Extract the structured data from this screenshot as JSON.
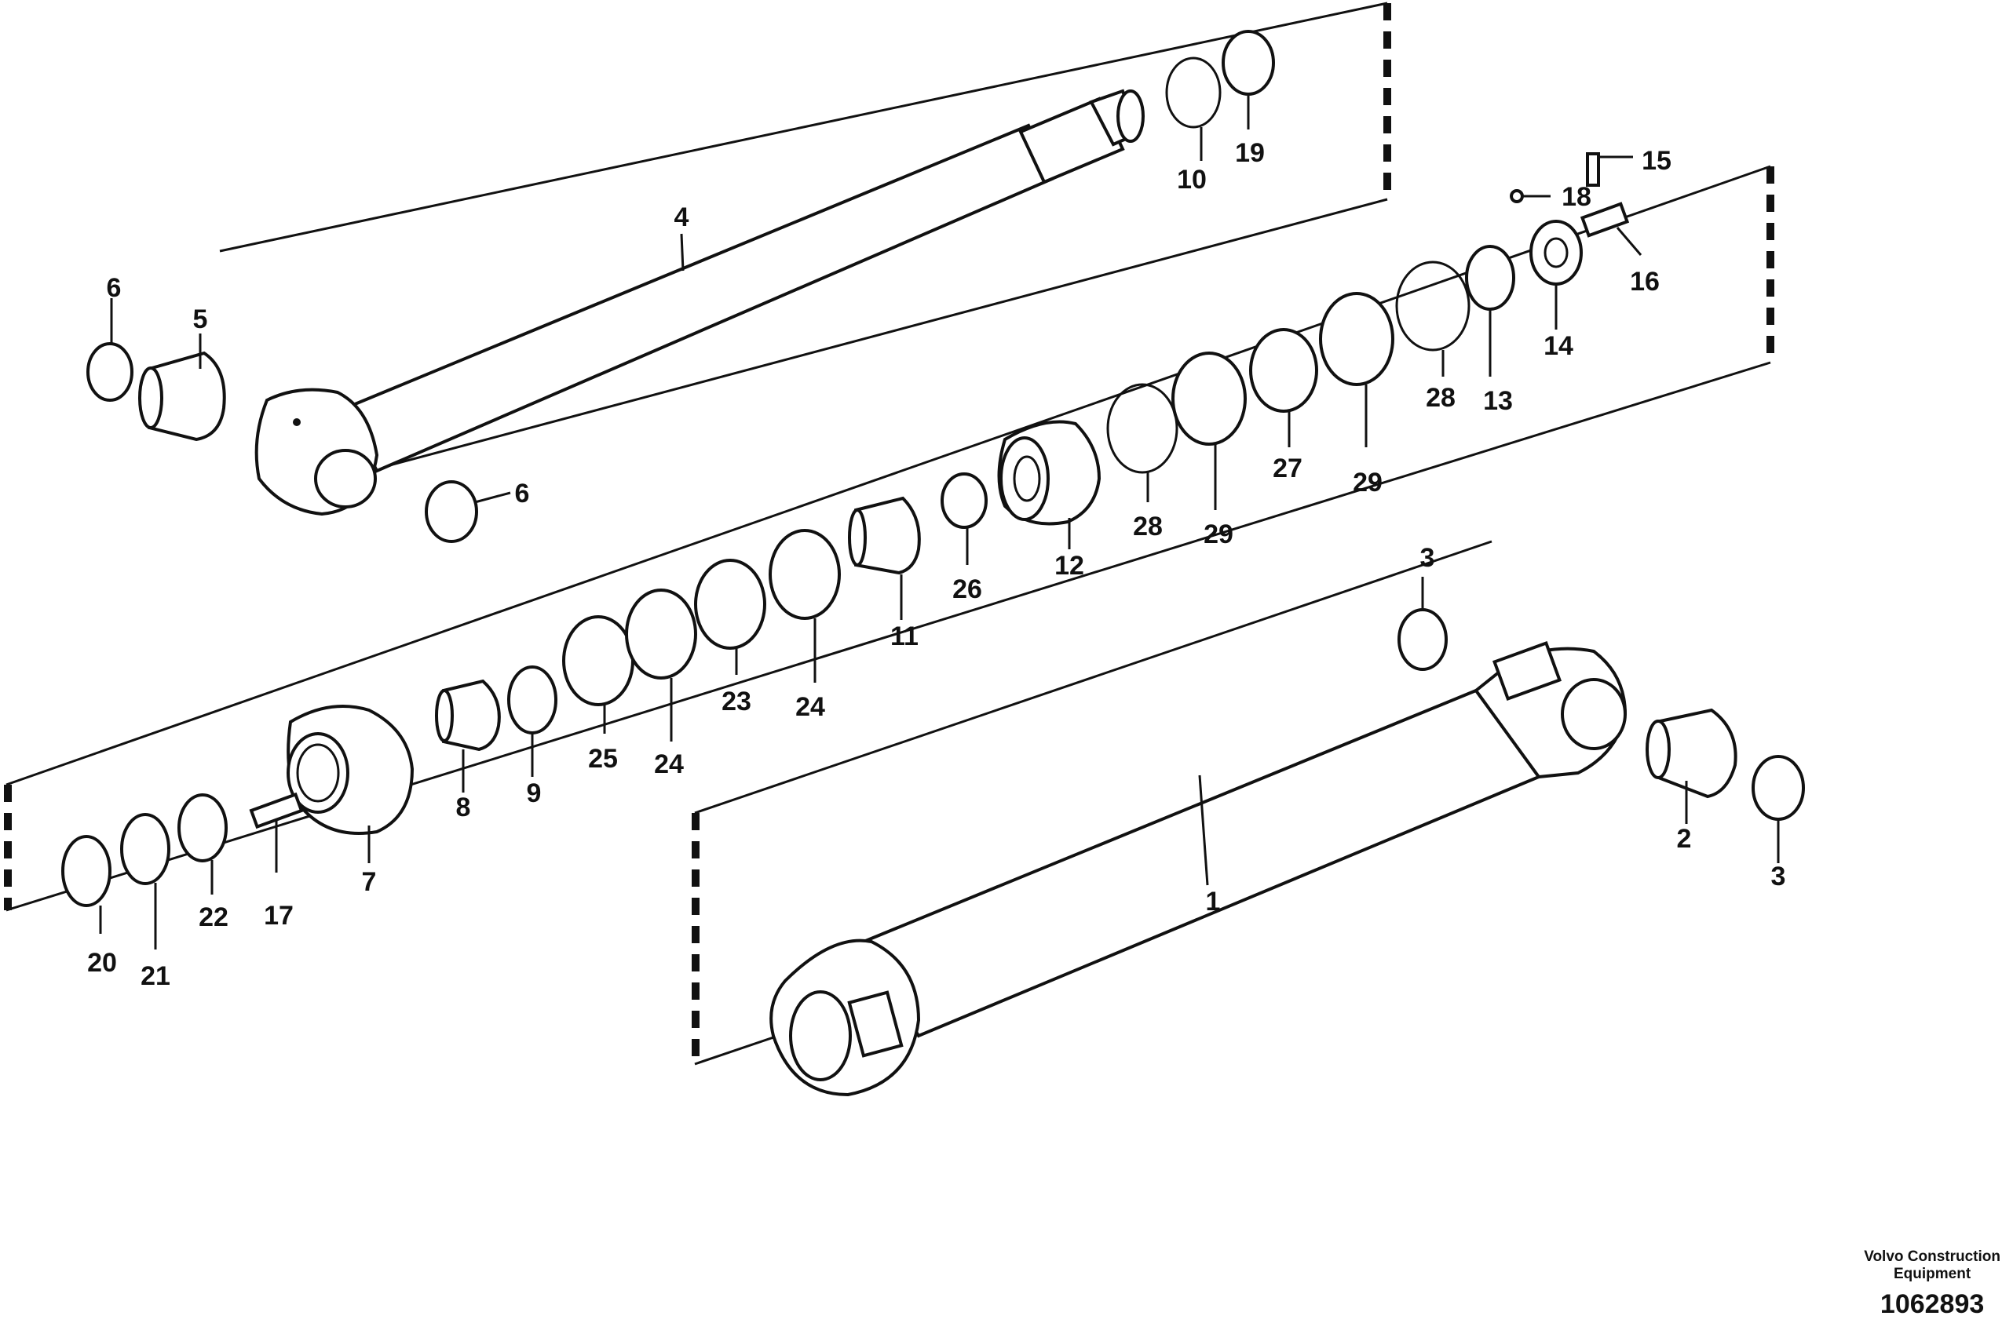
{
  "parts": [
    {
      "id": "p1",
      "text": "1"
    },
    {
      "id": "p2",
      "text": "2"
    },
    {
      "id": "p3a",
      "text": "3"
    },
    {
      "id": "p3b",
      "text": "3"
    },
    {
      "id": "p4",
      "text": "4"
    },
    {
      "id": "p5",
      "text": "5"
    },
    {
      "id": "p6a",
      "text": "6"
    },
    {
      "id": "p6b",
      "text": "6"
    },
    {
      "id": "p7",
      "text": "7"
    },
    {
      "id": "p8",
      "text": "8"
    },
    {
      "id": "p9",
      "text": "9"
    },
    {
      "id": "p10",
      "text": "10"
    },
    {
      "id": "p11",
      "text": "11"
    },
    {
      "id": "p12",
      "text": "12"
    },
    {
      "id": "p13",
      "text": "13"
    },
    {
      "id": "p14",
      "text": "14"
    },
    {
      "id": "p15",
      "text": "15"
    },
    {
      "id": "p16",
      "text": "16"
    },
    {
      "id": "p17",
      "text": "17"
    },
    {
      "id": "p18",
      "text": "18"
    },
    {
      "id": "p19",
      "text": "19"
    },
    {
      "id": "p20",
      "text": "20"
    },
    {
      "id": "p21",
      "text": "21"
    },
    {
      "id": "p22",
      "text": "22"
    },
    {
      "id": "p23",
      "text": "23"
    },
    {
      "id": "p24a",
      "text": "24"
    },
    {
      "id": "p24b",
      "text": "24"
    },
    {
      "id": "p25",
      "text": "25"
    },
    {
      "id": "p26",
      "text": "26"
    },
    {
      "id": "p27",
      "text": "27"
    },
    {
      "id": "p28a",
      "text": "28"
    },
    {
      "id": "p28b",
      "text": "28"
    },
    {
      "id": "p29a",
      "text": "29"
    },
    {
      "id": "p29b",
      "text": "29"
    }
  ],
  "footer": {
    "manufacturer_line1": "Volvo Construction",
    "manufacturer_line2": "Equipment",
    "drawing_number": "1062893"
  }
}
